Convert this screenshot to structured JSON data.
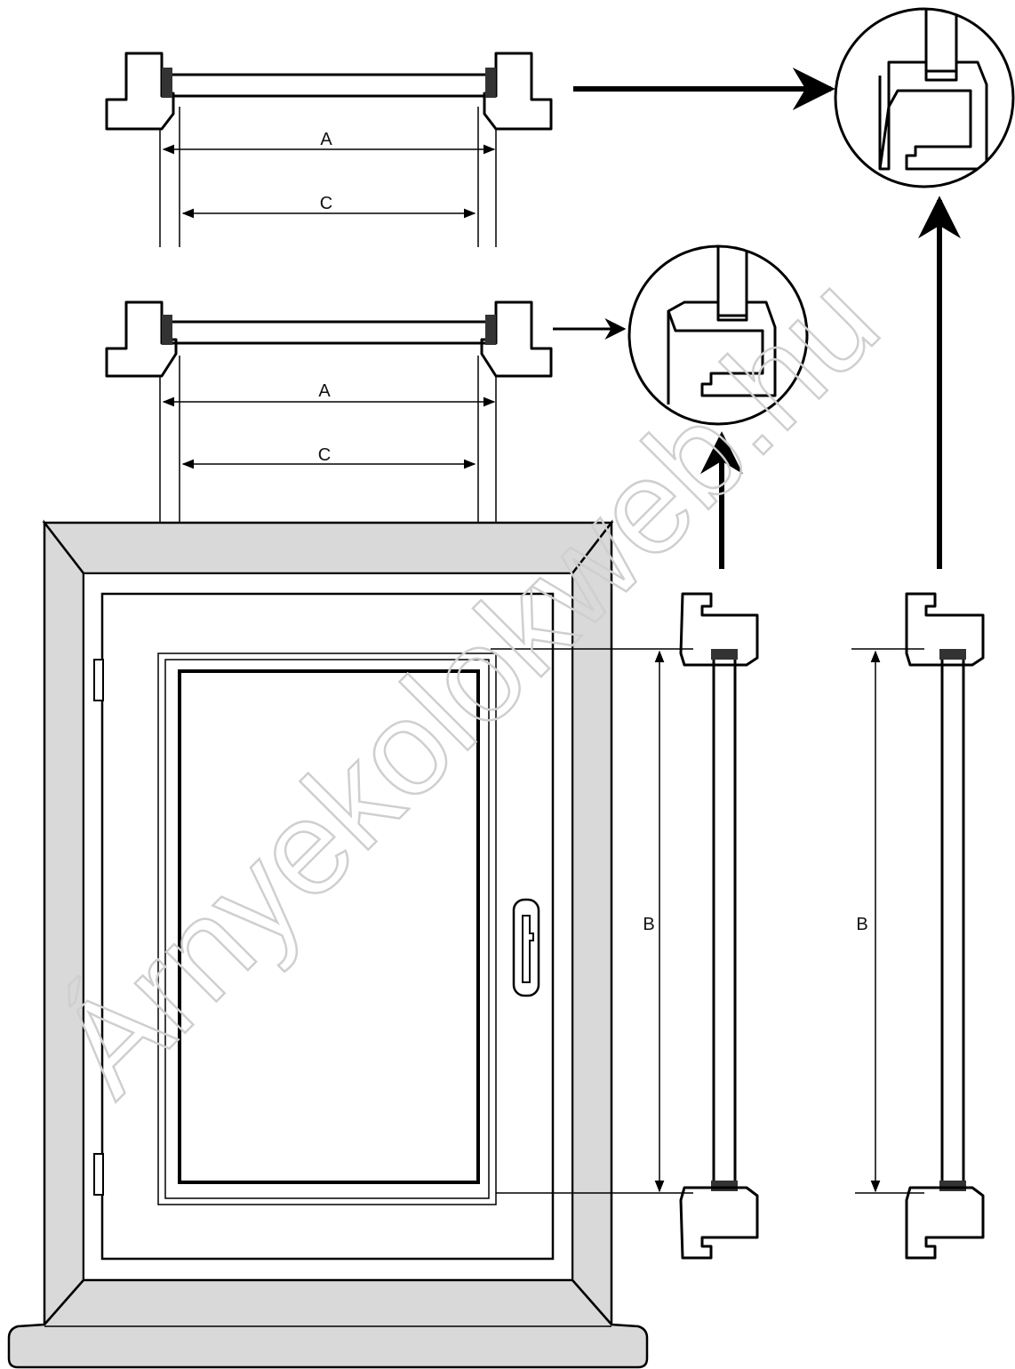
{
  "labels": {
    "width_outer": "A",
    "width_inner": "C",
    "height": "B"
  },
  "watermark": "Árnyekolokweb.hu",
  "colors": {
    "line": "#000000",
    "casing": "#d9d9d9",
    "watermark": "#cfcfcf",
    "background": "#ffffff"
  }
}
